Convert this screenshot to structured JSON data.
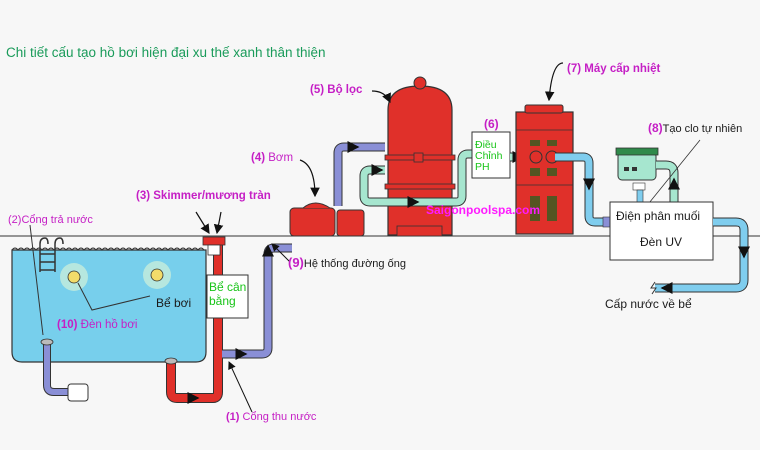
{
  "title": "Chi tiết cấu tạo hồ bơi hiện đại xu thế xanh thân thiện",
  "colors": {
    "title": "#1a9b5a",
    "label_magenta": "#c51fc5",
    "box_text_green": "#18c418",
    "watermark": "#ff1aff",
    "equipment_red": "#e0302a",
    "pipe_red": "#e0302a",
    "pipe_purple": "#8a8fd6",
    "pipe_mint": "#a6e6cf",
    "pipe_blue": "#7fcdee",
    "pool_water": "#77cfec"
  },
  "labels": {
    "outlet": {
      "num": "(2)",
      "text": "Cổng trả nước"
    },
    "skimmer": {
      "num": "(3)",
      "text": "Skimmer/mương tràn"
    },
    "pump": {
      "num": "(4)",
      "text": "Bơm"
    },
    "filter": {
      "num": "(5)",
      "text": "Bộ lọc"
    },
    "ph": {
      "num": "(6)",
      "text": "Điều Chỉnh PH",
      "line1": "Điều",
      "line2": "Chỉnh",
      "line3": "PH"
    },
    "heater": {
      "num": "(7)",
      "text": "Máy cấp nhiệt"
    },
    "chlorine": {
      "num": "(8)",
      "text": "Tạo clo tự nhiên"
    },
    "piping": {
      "num": "(9)",
      "text": "Hệ thống đường ống"
    },
    "lights": {
      "num": "(10)",
      "text": "Đèn hồ bơi"
    },
    "inlet": {
      "num": "(1)",
      "text": "Cổng thu nước"
    },
    "pool": "Bể bơi",
    "balance_tank": {
      "line1": "Bể cân",
      "line2": "bằng"
    },
    "electrolysis": "Điện phân muối",
    "uv": "Đèn UV",
    "return": "Cấp nước về bể",
    "watermark": "Saigonpoolspa.com"
  }
}
